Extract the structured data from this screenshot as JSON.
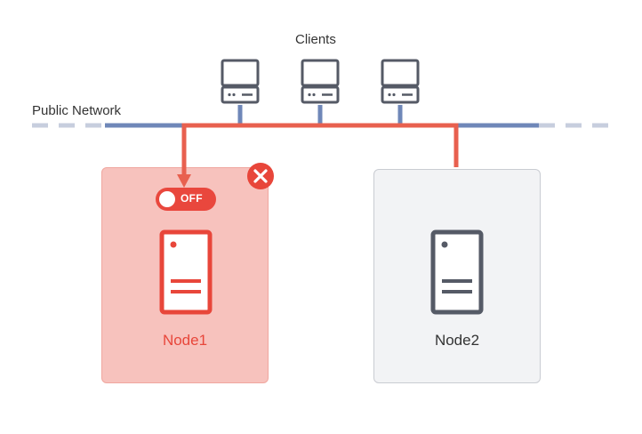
{
  "diagram": {
    "clients_label": "Clients",
    "network_label": "Public Network",
    "nodes": [
      {
        "name": "Node1",
        "state": "failed",
        "toggle_label": "OFF"
      },
      {
        "name": "Node2",
        "state": "active"
      }
    ],
    "colors": {
      "active_link": "#e8604f",
      "network_line": "#6f87b8",
      "network_dash": "#c7cede",
      "failed_fill": "#f7c2bd",
      "failed_accent": "#e8463a",
      "normal_fill": "#f2f3f5",
      "server_dark": "#555a66"
    },
    "icons": [
      "client-computer-icon",
      "server-icon",
      "failure-x-icon",
      "power-toggle-icon"
    ]
  }
}
